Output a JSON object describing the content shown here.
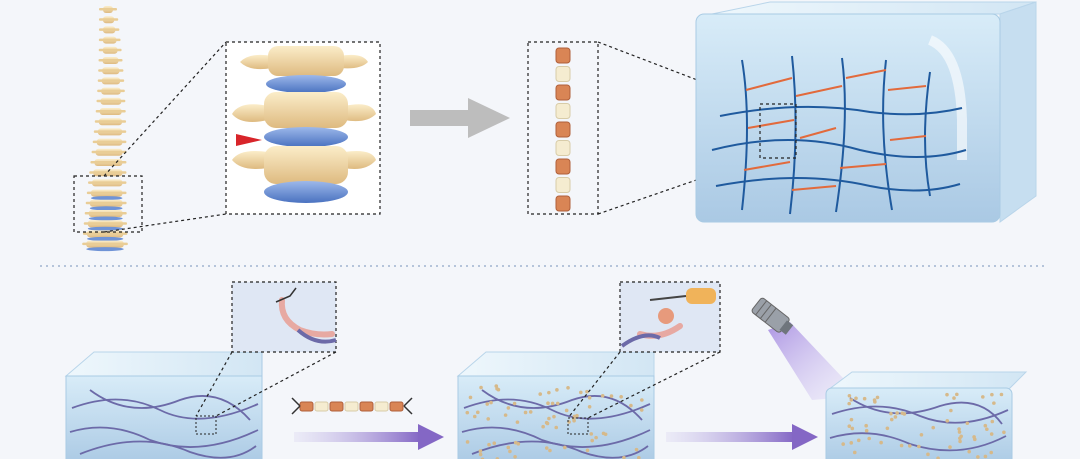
{
  "colors": {
    "background": "#f4f6fa",
    "bone": "#f3dcae",
    "bone_shade": "#d9b47a",
    "disc_blue": "#6f93d6",
    "disc_dark": "#3f66b5",
    "pointer_red": "#d8252a",
    "gray_arrow": "#bdbdbd",
    "purple_arrow": "#8d77c9",
    "crosslink_orange": "#e26a3c",
    "network_blue": "#1f5a9e",
    "gel_light": "#dcebf6",
    "gel_edge": "#9fc3de",
    "polymer_purple": "#6c6aa8",
    "chain_orange": "#d98555",
    "chain_cream": "#f5ecd0",
    "beads": "#d6b98a",
    "camera_gray": "#9aa0a8",
    "light_cone": "#b8a4e6"
  },
  "icons": [
    "spine-illustration",
    "lumbar-vertebrae-illustration",
    "crosslinker-chain-illustration",
    "hydrogel-cube-illustration",
    "light-source-icon"
  ]
}
